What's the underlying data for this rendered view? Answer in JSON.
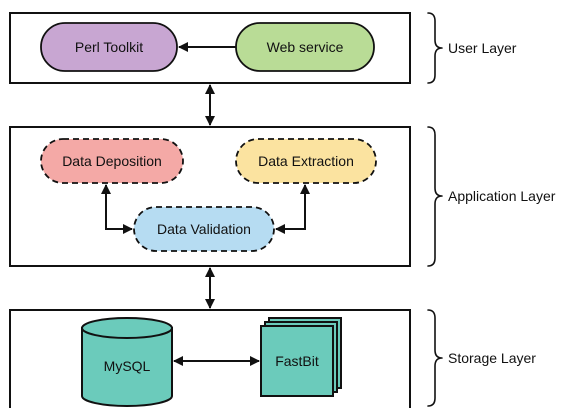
{
  "layers": {
    "user": {
      "label": "User Layer"
    },
    "application": {
      "label": "Application Layer"
    },
    "storage": {
      "label": "Storage Layer"
    }
  },
  "nodes": {
    "perl_toolkit": {
      "label": "Perl Toolkit",
      "color": "#c8a6d2"
    },
    "web_service": {
      "label": "Web service",
      "color": "#b9dc96"
    },
    "data_deposition": {
      "label": "Data Deposition",
      "color": "#f4a9a6"
    },
    "data_extraction": {
      "label": "Data Extraction",
      "color": "#fbe3a0"
    },
    "data_validation": {
      "label": "Data Validation",
      "color": "#b6dcf2"
    },
    "mysql": {
      "label": "MySQL",
      "color": "#6bcbbb"
    },
    "fastbit": {
      "label": "FastBit",
      "color": "#6bcbbb"
    }
  },
  "icons": {
    "mysql": "database-cylinder-icon",
    "fastbit": "stacked-documents-icon"
  }
}
